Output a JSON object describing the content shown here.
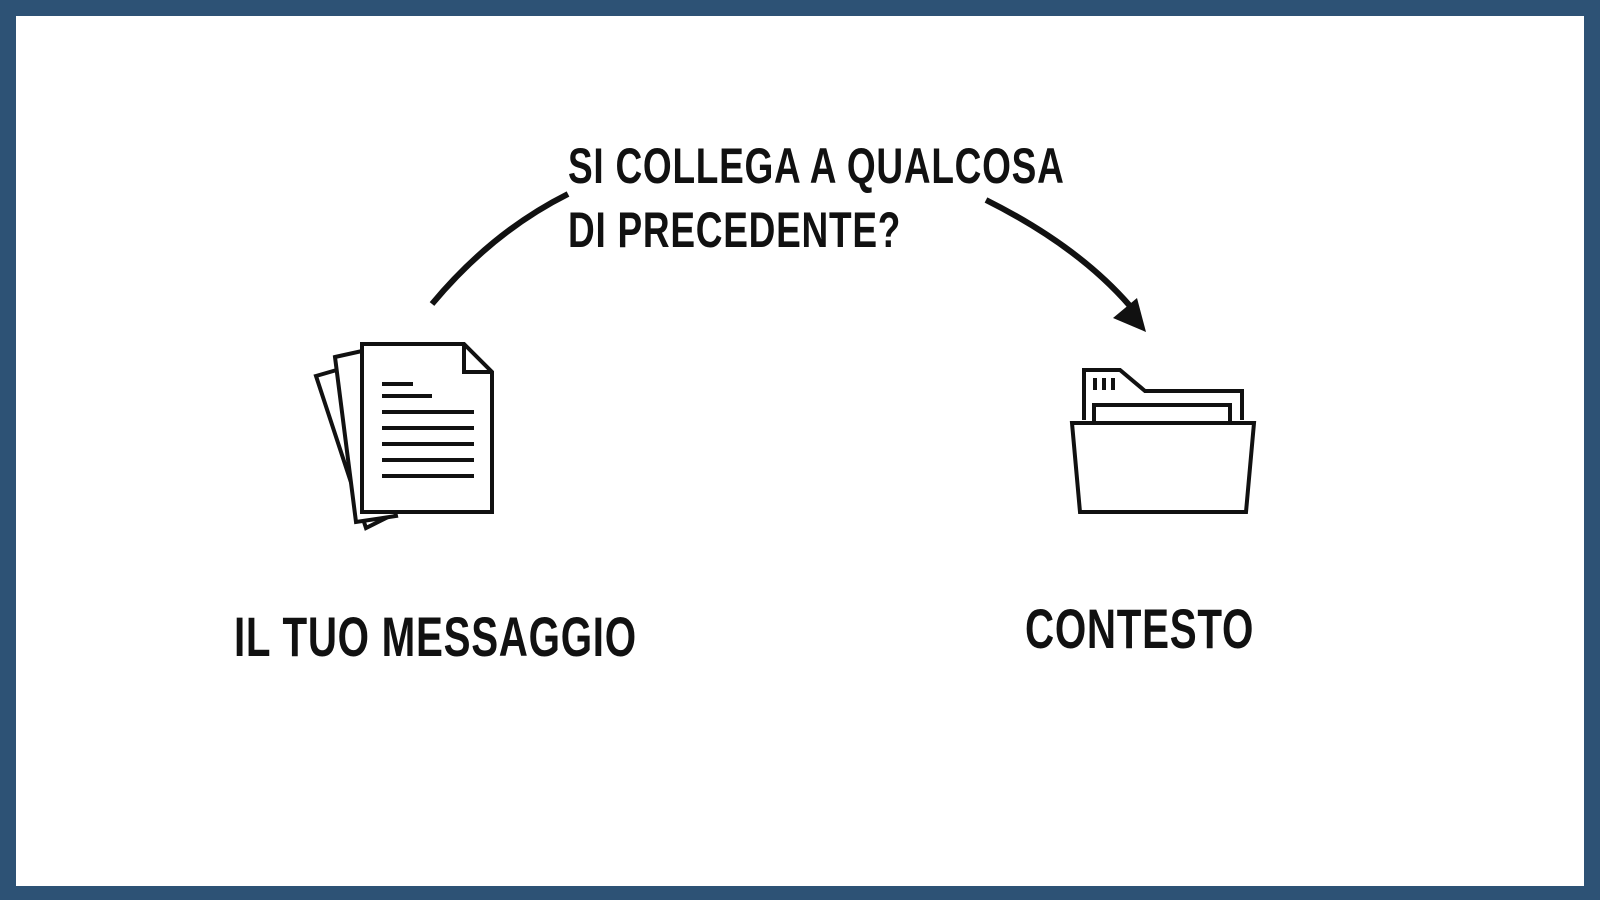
{
  "diagram": {
    "question": {
      "line1": "SI COLLEGA A QUALCOSA",
      "line2": "DI PRECEDENTE?"
    },
    "source": {
      "label": "IL TUO MESSAGGIO",
      "icon": "documents-icon"
    },
    "target": {
      "label": "CONTESTO",
      "icon": "folder-icon"
    },
    "connector": "arrow from message to context"
  },
  "colors": {
    "frame": "#2d5275",
    "background": "#ffffff",
    "ink": "#111111"
  }
}
